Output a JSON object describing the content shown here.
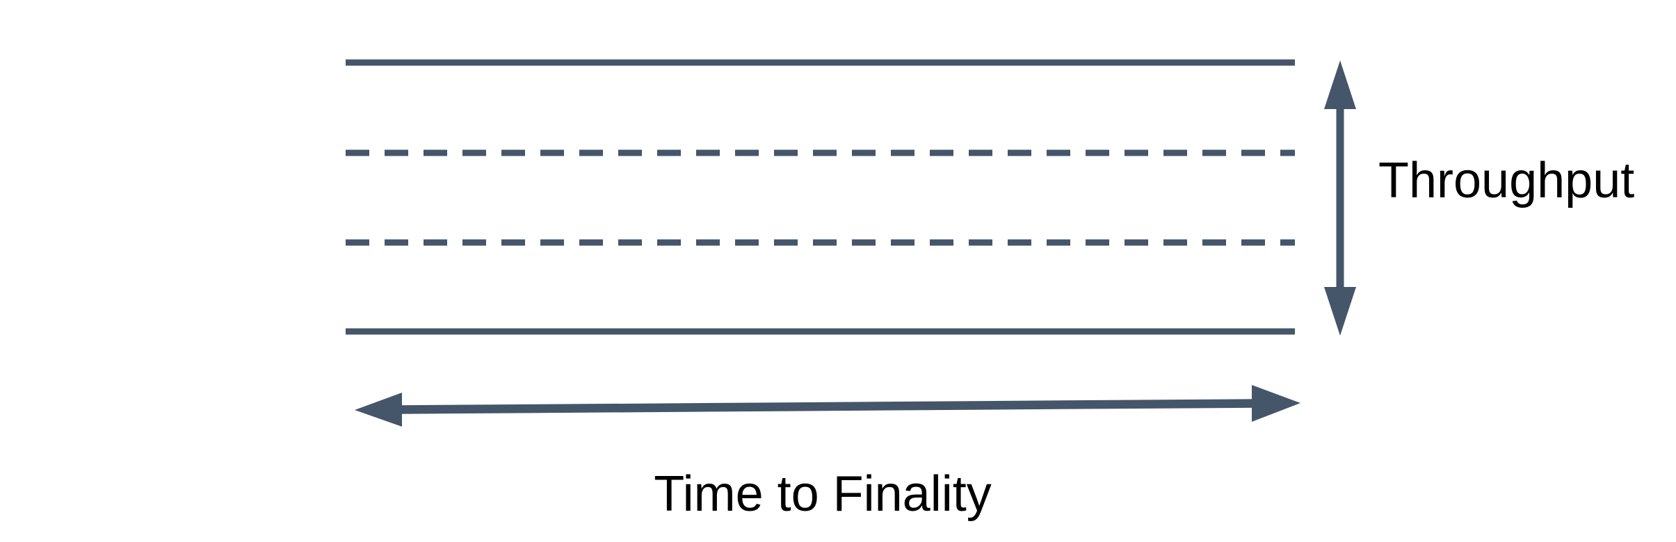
{
  "diagram": {
    "labels": {
      "throughput": "Throughput",
      "time_to_finality": "Time to Finality"
    },
    "lanes": {
      "pattern_top_to_bottom": [
        "solid",
        "dashed",
        "dashed",
        "solid"
      ],
      "solid_line_count": 2,
      "dashed_line_count": 2
    },
    "icons": {
      "vertical_axis": "vertical-double-arrow-icon",
      "horizontal_axis": "horizontal-double-arrow-icon"
    },
    "colors": {
      "line": "#45556A",
      "arrow": "#45556A",
      "text": "#000000",
      "background": "#FFFFFF"
    }
  }
}
